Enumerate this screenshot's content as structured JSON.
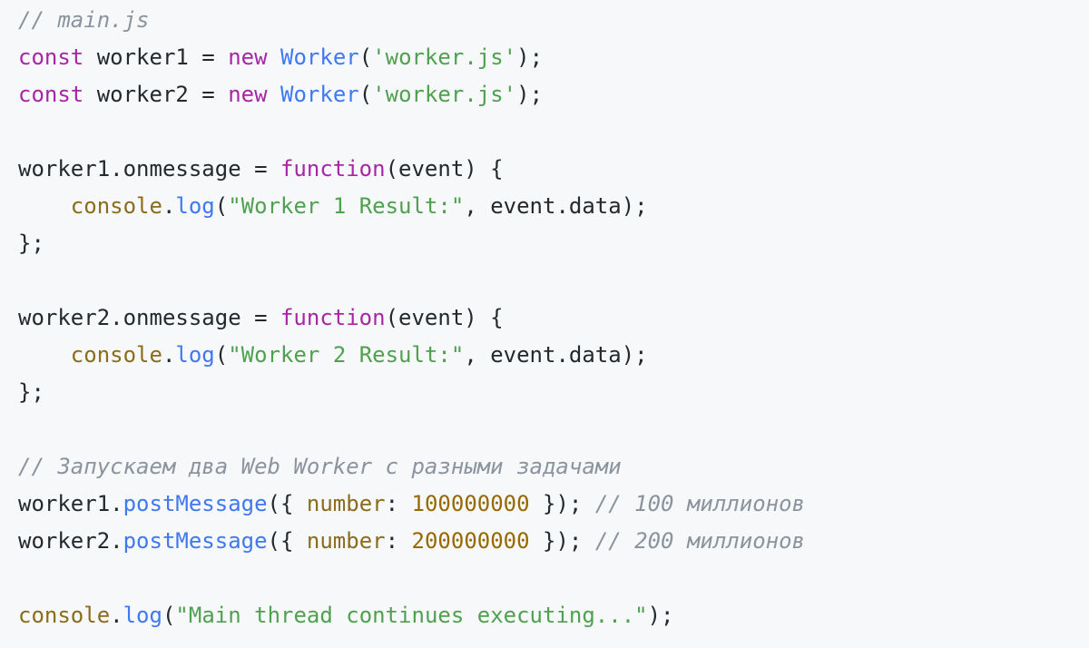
{
  "code": {
    "lines": [
      [
        {
          "t": "// main.js",
          "c": "comment"
        }
      ],
      [
        {
          "t": "const",
          "c": "keyword"
        },
        {
          "t": " worker1 = ",
          "c": "plain"
        },
        {
          "t": "new",
          "c": "keyword"
        },
        {
          "t": " ",
          "c": "plain"
        },
        {
          "t": "Worker",
          "c": "class"
        },
        {
          "t": "(",
          "c": "plain"
        },
        {
          "t": "'worker.js'",
          "c": "string"
        },
        {
          "t": ");",
          "c": "plain"
        }
      ],
      [
        {
          "t": "const",
          "c": "keyword"
        },
        {
          "t": " worker2 = ",
          "c": "plain"
        },
        {
          "t": "new",
          "c": "keyword"
        },
        {
          "t": " ",
          "c": "plain"
        },
        {
          "t": "Worker",
          "c": "class"
        },
        {
          "t": "(",
          "c": "plain"
        },
        {
          "t": "'worker.js'",
          "c": "string"
        },
        {
          "t": ");",
          "c": "plain"
        }
      ],
      [],
      [
        {
          "t": "worker1.onmessage = ",
          "c": "plain"
        },
        {
          "t": "function",
          "c": "keyword"
        },
        {
          "t": "(event) {",
          "c": "plain"
        }
      ],
      [
        {
          "t": "    ",
          "c": "plain"
        },
        {
          "t": "console",
          "c": "builtin"
        },
        {
          "t": ".",
          "c": "plain"
        },
        {
          "t": "log",
          "c": "method"
        },
        {
          "t": "(",
          "c": "plain"
        },
        {
          "t": "\"Worker 1 Result:\"",
          "c": "string"
        },
        {
          "t": ", event.data);",
          "c": "plain"
        }
      ],
      [
        {
          "t": "};",
          "c": "plain"
        }
      ],
      [],
      [
        {
          "t": "worker2.onmessage = ",
          "c": "plain"
        },
        {
          "t": "function",
          "c": "keyword"
        },
        {
          "t": "(event) {",
          "c": "plain"
        }
      ],
      [
        {
          "t": "    ",
          "c": "plain"
        },
        {
          "t": "console",
          "c": "builtin"
        },
        {
          "t": ".",
          "c": "plain"
        },
        {
          "t": "log",
          "c": "method"
        },
        {
          "t": "(",
          "c": "plain"
        },
        {
          "t": "\"Worker 2 Result:\"",
          "c": "string"
        },
        {
          "t": ", event.data);",
          "c": "plain"
        }
      ],
      [
        {
          "t": "};",
          "c": "plain"
        }
      ],
      [],
      [
        {
          "t": "// Запускаем два Web Worker с разными задачами",
          "c": "comment"
        }
      ],
      [
        {
          "t": "worker1.",
          "c": "plain"
        },
        {
          "t": "postMessage",
          "c": "method"
        },
        {
          "t": "({ ",
          "c": "plain"
        },
        {
          "t": "number",
          "c": "prop"
        },
        {
          "t": ": ",
          "c": "plain"
        },
        {
          "t": "100000000",
          "c": "number"
        },
        {
          "t": " }); ",
          "c": "plain"
        },
        {
          "t": "// 100 миллионов",
          "c": "comment"
        }
      ],
      [
        {
          "t": "worker2.",
          "c": "plain"
        },
        {
          "t": "postMessage",
          "c": "method"
        },
        {
          "t": "({ ",
          "c": "plain"
        },
        {
          "t": "number",
          "c": "prop"
        },
        {
          "t": ": ",
          "c": "plain"
        },
        {
          "t": "200000000",
          "c": "number"
        },
        {
          "t": " }); ",
          "c": "plain"
        },
        {
          "t": "// 200 миллионов",
          "c": "comment"
        }
      ],
      [],
      [
        {
          "t": "console",
          "c": "builtin"
        },
        {
          "t": ".",
          "c": "plain"
        },
        {
          "t": "log",
          "c": "method"
        },
        {
          "t": "(",
          "c": "plain"
        },
        {
          "t": "\"Main thread continues executing...\"",
          "c": "string"
        },
        {
          "t": ");",
          "c": "plain"
        }
      ]
    ]
  },
  "colors": {
    "background": "#f6f8fa",
    "comment": "#8b949e",
    "keyword": "#a626a4",
    "class": "#4078f2",
    "string": "#50a14f",
    "plain": "#24292e",
    "builtin": "#8a6d1c",
    "number": "#986801"
  }
}
